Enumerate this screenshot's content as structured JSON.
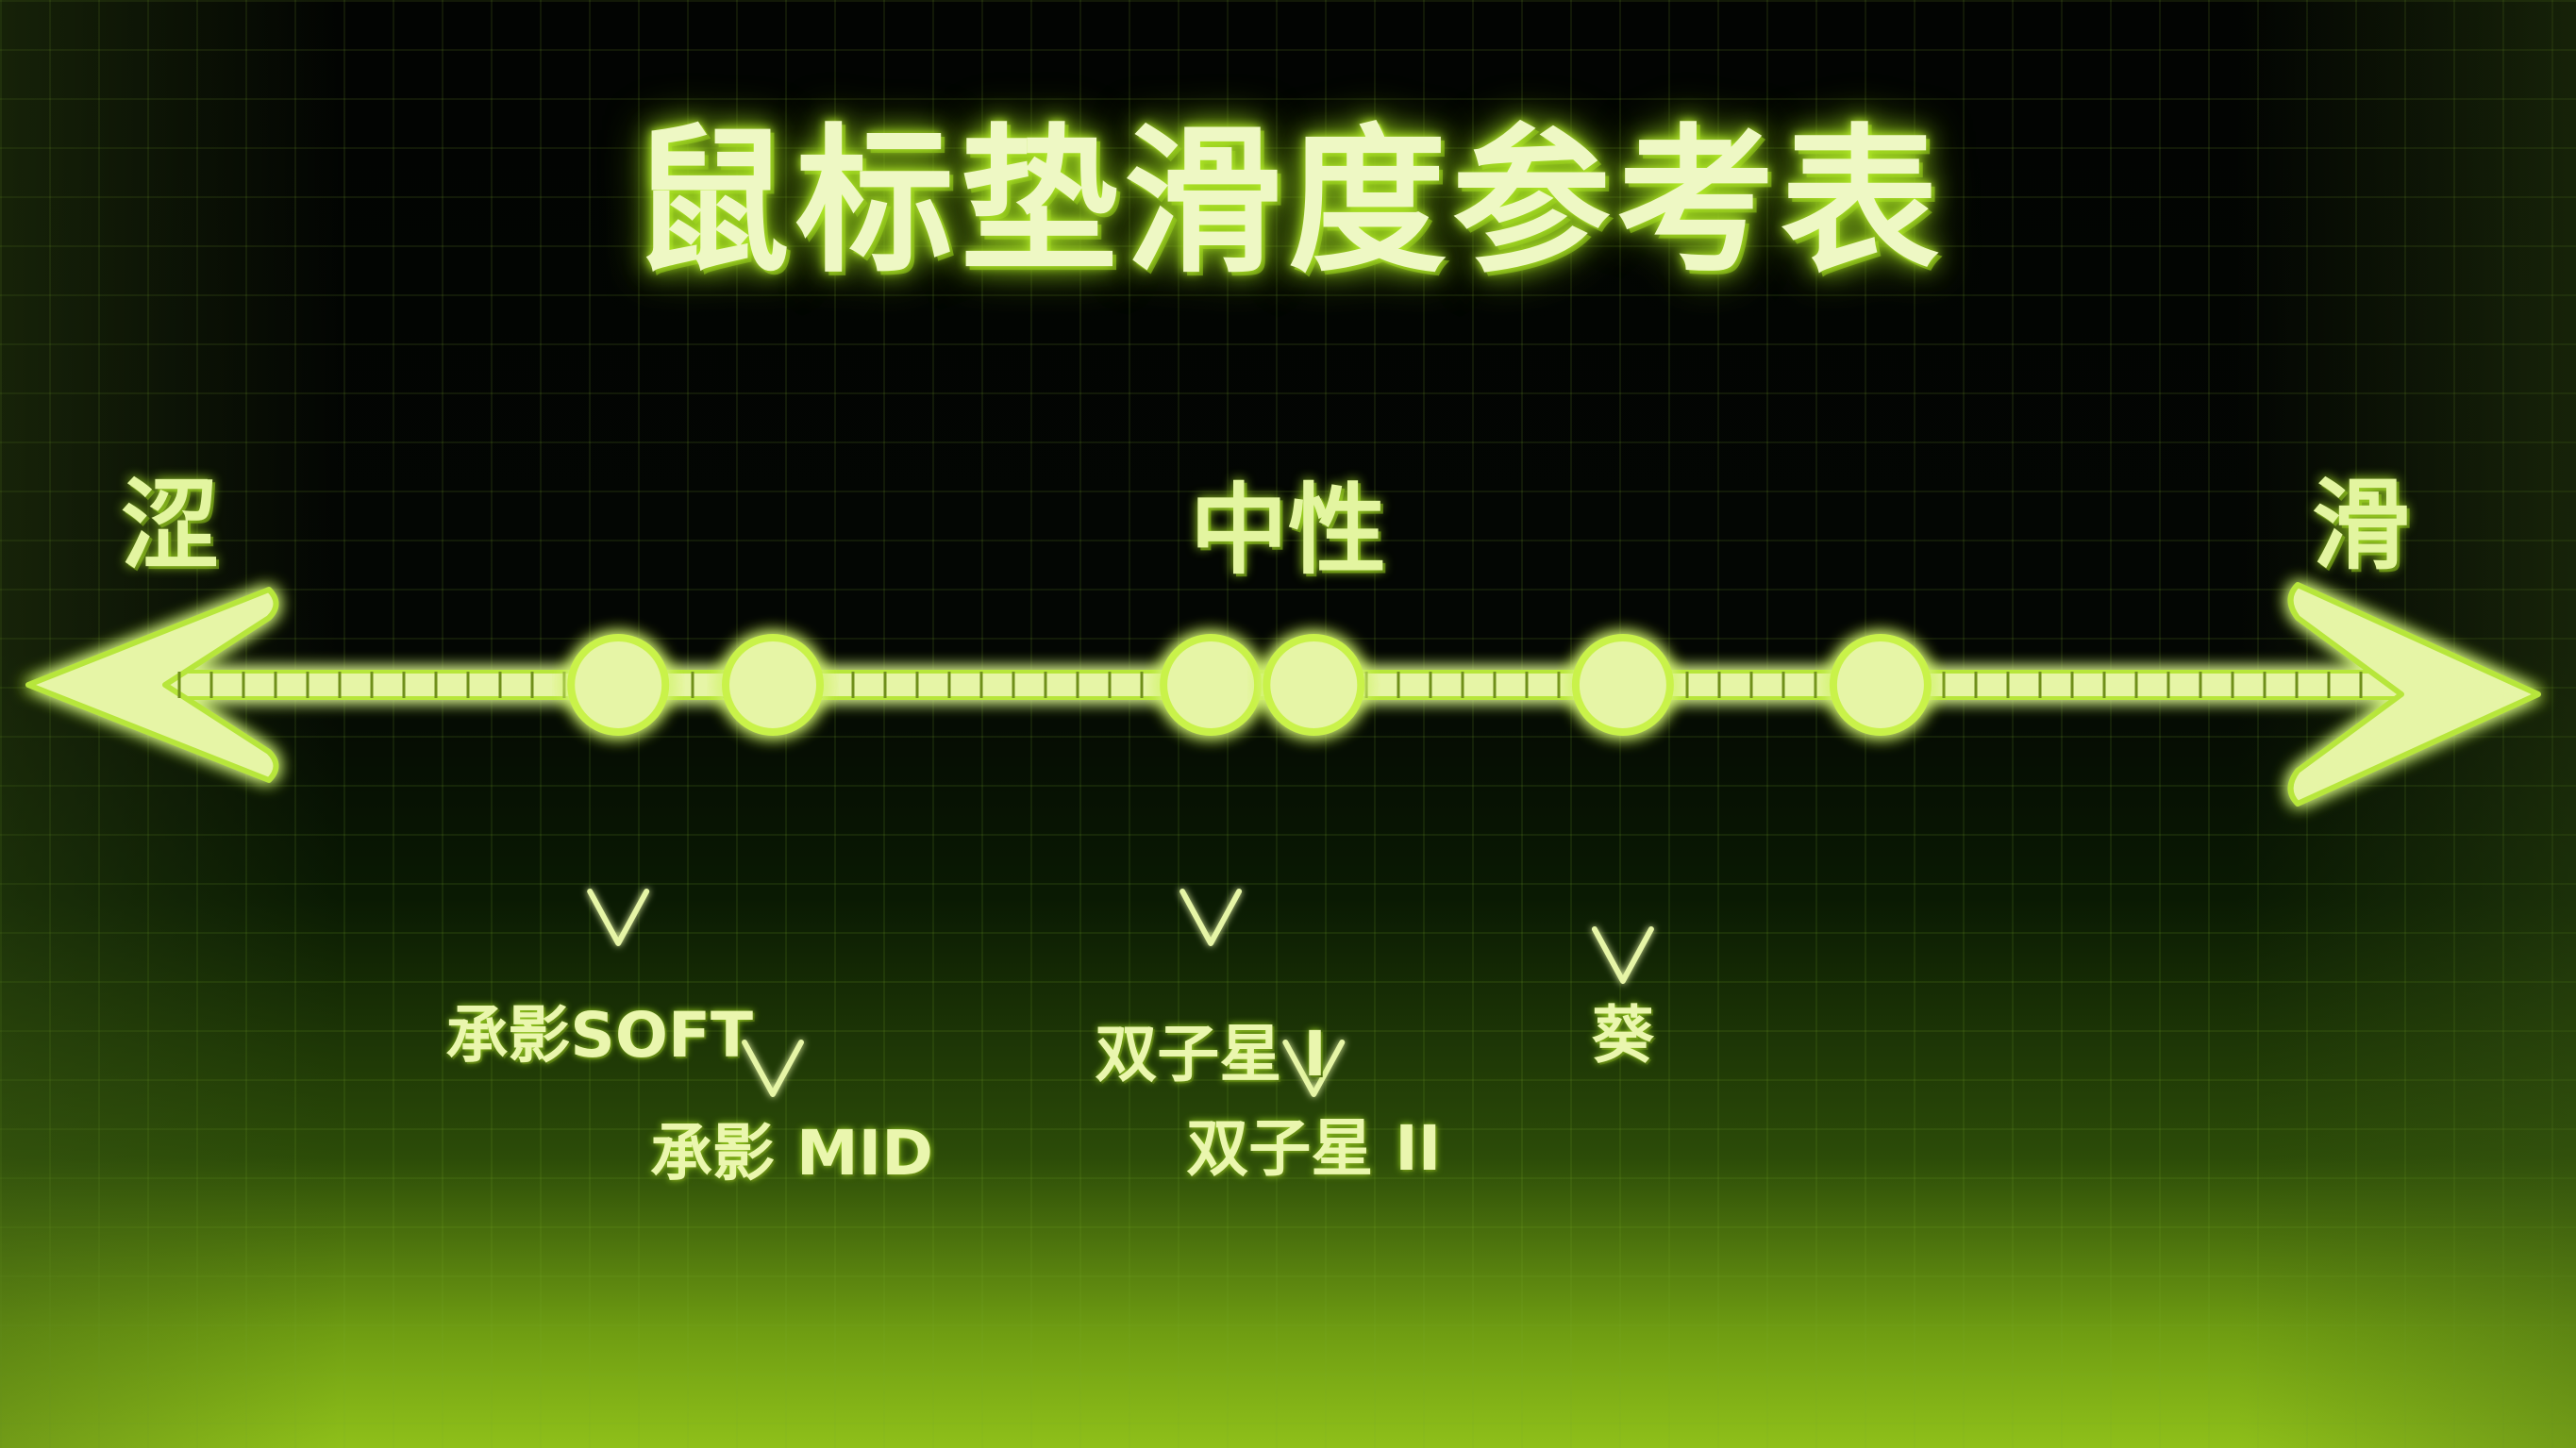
{
  "title": "鼠标垫滑度参考表",
  "scale": {
    "left_label": "涩",
    "right_label": "滑",
    "center_label": "中性"
  },
  "colors": {
    "glow": "#c9f24a",
    "fill": "#e6f5a6",
    "background": "#000000"
  },
  "markers": [
    {
      "label": "承影SOFT",
      "position": 0.24
    },
    {
      "label": "承影 MID",
      "position": 0.3
    },
    {
      "label": "双子星 I",
      "position": 0.47
    },
    {
      "label": "双子星 II",
      "position": 0.51
    },
    {
      "label": "葵",
      "position": 0.63
    },
    {
      "label": "",
      "position": 0.73
    }
  ]
}
